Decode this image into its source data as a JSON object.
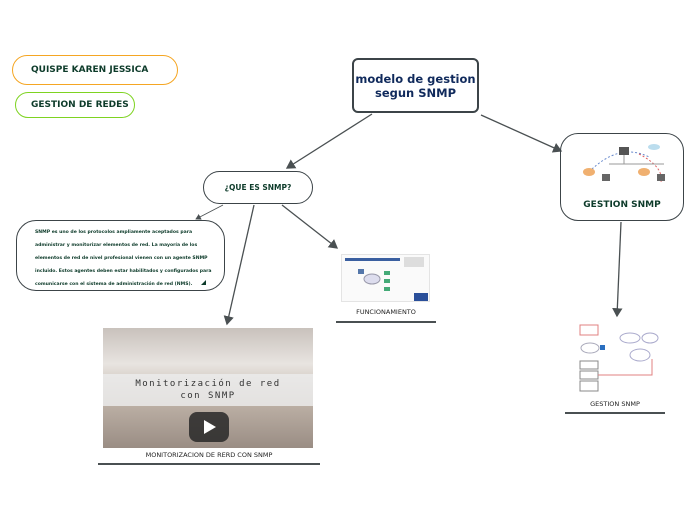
{
  "author": "QUISPE KAREN JESSICA",
  "subject": "GESTION DE REDES",
  "root": "modelo de gestion\nsegun SNMP",
  "que_es": "¿QUE ES  SNMP?",
  "description": "SNMP es uno de los protocolos ampliamente aceptados para administrar y monitorizar elementos de red. La mayoría de los elementos de red de nivel profesional vienen con un agente SNMP incluido. Estos agentes deben estar habilitados y configurados para comunicarse con el sistema de administración de red (NMS).",
  "gestion_node": "GESTION SNMP",
  "funcionamiento": {
    "caption": "FUNCIONAMIENTO"
  },
  "gestion_image": {
    "caption": "GESTION SNMP"
  },
  "video": {
    "title": "Monitorización de red\ncon SNMP",
    "caption": "MONITORIZACION DE RERD CON SNMP"
  }
}
